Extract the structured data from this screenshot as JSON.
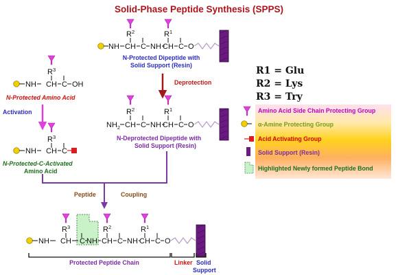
{
  "title": "Solid-Phase Peptide Synthesis (SPPS)",
  "chem": {
    "r1": "R",
    "r1_sup": "1",
    "r2": "R",
    "r2_sup": "2",
    "r3": "R",
    "r3_sup": "3",
    "nh": "NH",
    "ch": "CH",
    "c": "C",
    "o": "O",
    "oh": "OH",
    "nh2": "NH",
    "nh2_sub": "2"
  },
  "captions": {
    "protected_dipeptide": [
      "N-Protected Dipeptide with",
      "Solid Support (Resin)"
    ],
    "protected_aa": "N-Protected Amino Acid",
    "activation": "Activation",
    "deprotection": "Deprotection",
    "deprotected_dipeptide": [
      "N-Deprotected Dipeptide with",
      "Solid Support (Resin)"
    ],
    "activated_aa": [
      "N-Protected-C-Activated",
      "Amino Acid"
    ],
    "peptide": "Peptide",
    "coupling": "Coupling",
    "protected_chain": "Protected  Peptide Chain",
    "linker": "Linker",
    "solid_support": [
      "Solid",
      "Support"
    ]
  },
  "key": [
    "R1 = Glu",
    "R2 = Lys",
    "R3 = Try"
  ],
  "legend": [
    {
      "label": "Amino Acid Side Chain Protecting Group",
      "icon": "side-chain-protecting-group-icon",
      "color": "#c000c0"
    },
    {
      "label": "α-Amine Protecting Group",
      "icon": "amine-protecting-group-icon",
      "color": "#7a9a1a"
    },
    {
      "label": "Acid Activating Group",
      "icon": "acid-activating-group-icon",
      "color": "#d40000"
    },
    {
      "label": "Solid Support (Resin)",
      "icon": "resin-icon",
      "color": "#7a2aa6"
    },
    {
      "label": "Highlighted Newly formed Peptide Bond",
      "icon": "peptide-bond-highlight-icon",
      "color": "#1e6e1e"
    }
  ],
  "colors": {
    "title": "#b0121b",
    "blue_caption": "#2c2cc0",
    "red_caption": "#d01010",
    "green_caption": "#1e6e1e",
    "purple_caption": "#7a2aa6",
    "deprotection": "#c01818",
    "coupling": "#8a4a1a",
    "protect_group": "#e040e0",
    "amine_group": "#f0d000",
    "acid_group": "#e01a1a",
    "resin": "#6a1a80",
    "bond_fill": "#c9f2c9",
    "bond_stroke": "#4a8a4a"
  }
}
